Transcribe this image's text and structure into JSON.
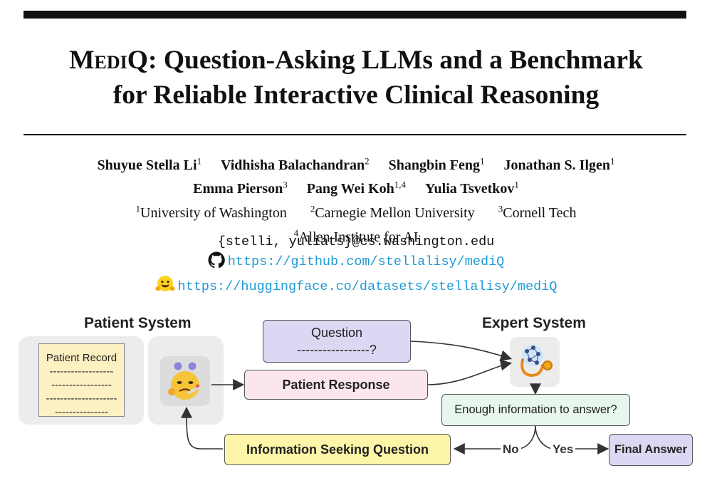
{
  "paper": {
    "title_brand": "MediQ",
    "title_rest": ": Question-Asking LLMs and a Benchmark",
    "title_line2": "for Reliable Interactive Clinical Reasoning",
    "authors": [
      {
        "name": "Shuyue Stella Li",
        "sup": "1"
      },
      {
        "name": "Vidhisha Balachandran",
        "sup": "2"
      },
      {
        "name": "Shangbin Feng",
        "sup": "1"
      },
      {
        "name": "Jonathan S. Ilgen",
        "sup": "1"
      },
      {
        "name": "Emma Pierson",
        "sup": "3"
      },
      {
        "name": "Pang Wei Koh",
        "sup": "1,4"
      },
      {
        "name": "Yulia Tsvetkov",
        "sup": "1"
      }
    ],
    "affiliations": [
      {
        "sup": "1",
        "name": "University of Washington"
      },
      {
        "sup": "2",
        "name": "Carnegie Mellon University"
      },
      {
        "sup": "3",
        "name": "Cornell Tech"
      },
      {
        "sup": "4",
        "name": "Allen Institute for AI"
      }
    ],
    "email": "{stelli, yuliats}@cs.washington.edu",
    "github_url": "https://github.com/stellalisy/mediQ",
    "hf_url": "https://huggingface.co/datasets/stellalisy/mediQ"
  },
  "diagram": {
    "patient_system_title": "Patient System",
    "expert_system_title": "Expert System",
    "patient_record_title": "Patient Record",
    "record_lines": [
      "------------------",
      "-----------------",
      "--------------------",
      "---------------"
    ],
    "question_label": "Question",
    "question_blank": "-----------------?",
    "patient_response_label": "Patient Response",
    "enough_info_label": "Enough information to answer?",
    "info_seeking_label": "Information Seeking Question",
    "no_label": "No",
    "yes_label": "Yes",
    "final_answer_label": "Final Answer",
    "colors": {
      "question_box": "#dcd7f2",
      "patient_response_box": "#fbe6ee",
      "enough_info_box": "#e8f7ee",
      "info_seeking_box": "#fdf6a8",
      "final_answer_box": "#dcd7f2",
      "record_paper": "#fdf0c2",
      "panel": "#ececec",
      "link": "#1d9ad6"
    },
    "icons": [
      "patient-emoji-icon",
      "expert-stethoscope-icon",
      "github-icon",
      "huggingface-icon"
    ]
  }
}
